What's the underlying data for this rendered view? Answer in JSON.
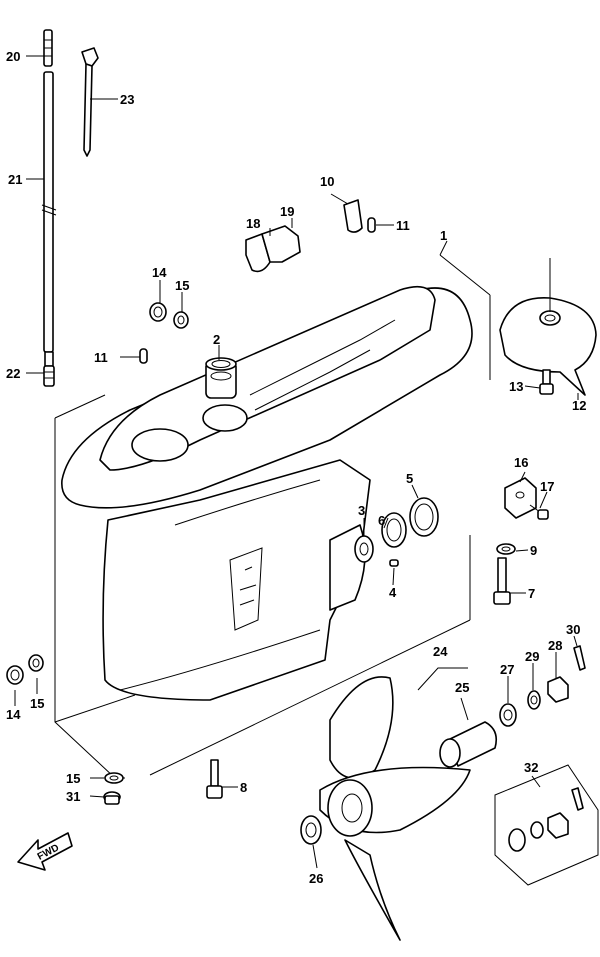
{
  "callouts": [
    {
      "id": "c1",
      "text": "1"
    },
    {
      "id": "c2",
      "text": "2"
    },
    {
      "id": "c3",
      "text": "3"
    },
    {
      "id": "c4",
      "text": "4"
    },
    {
      "id": "c5",
      "text": "5"
    },
    {
      "id": "c6",
      "text": "6"
    },
    {
      "id": "c7",
      "text": "7"
    },
    {
      "id": "c8",
      "text": "8"
    },
    {
      "id": "c9",
      "text": "9"
    },
    {
      "id": "c10",
      "text": "10"
    },
    {
      "id": "c11a",
      "text": "11"
    },
    {
      "id": "c11b",
      "text": "11"
    },
    {
      "id": "c12",
      "text": "12"
    },
    {
      "id": "c13",
      "text": "13"
    },
    {
      "id": "c14a",
      "text": "14"
    },
    {
      "id": "c14b",
      "text": "14"
    },
    {
      "id": "c15a",
      "text": "15"
    },
    {
      "id": "c15b",
      "text": "15"
    },
    {
      "id": "c15c",
      "text": "15"
    },
    {
      "id": "c16",
      "text": "16"
    },
    {
      "id": "c17",
      "text": "17"
    },
    {
      "id": "c18",
      "text": "18"
    },
    {
      "id": "c19",
      "text": "19"
    },
    {
      "id": "c20",
      "text": "20"
    },
    {
      "id": "c21",
      "text": "21"
    },
    {
      "id": "c22",
      "text": "22"
    },
    {
      "id": "c23",
      "text": "23"
    },
    {
      "id": "c24",
      "text": "24"
    },
    {
      "id": "c25",
      "text": "25"
    },
    {
      "id": "c26",
      "text": "26"
    },
    {
      "id": "c27",
      "text": "27"
    },
    {
      "id": "c28",
      "text": "28"
    },
    {
      "id": "c29",
      "text": "29"
    },
    {
      "id": "c30",
      "text": "30"
    },
    {
      "id": "c31",
      "text": "31"
    },
    {
      "id": "c32",
      "text": "32"
    }
  ],
  "fwd_label": "FWD",
  "fwd_icon": "fwd-arrow-icon"
}
